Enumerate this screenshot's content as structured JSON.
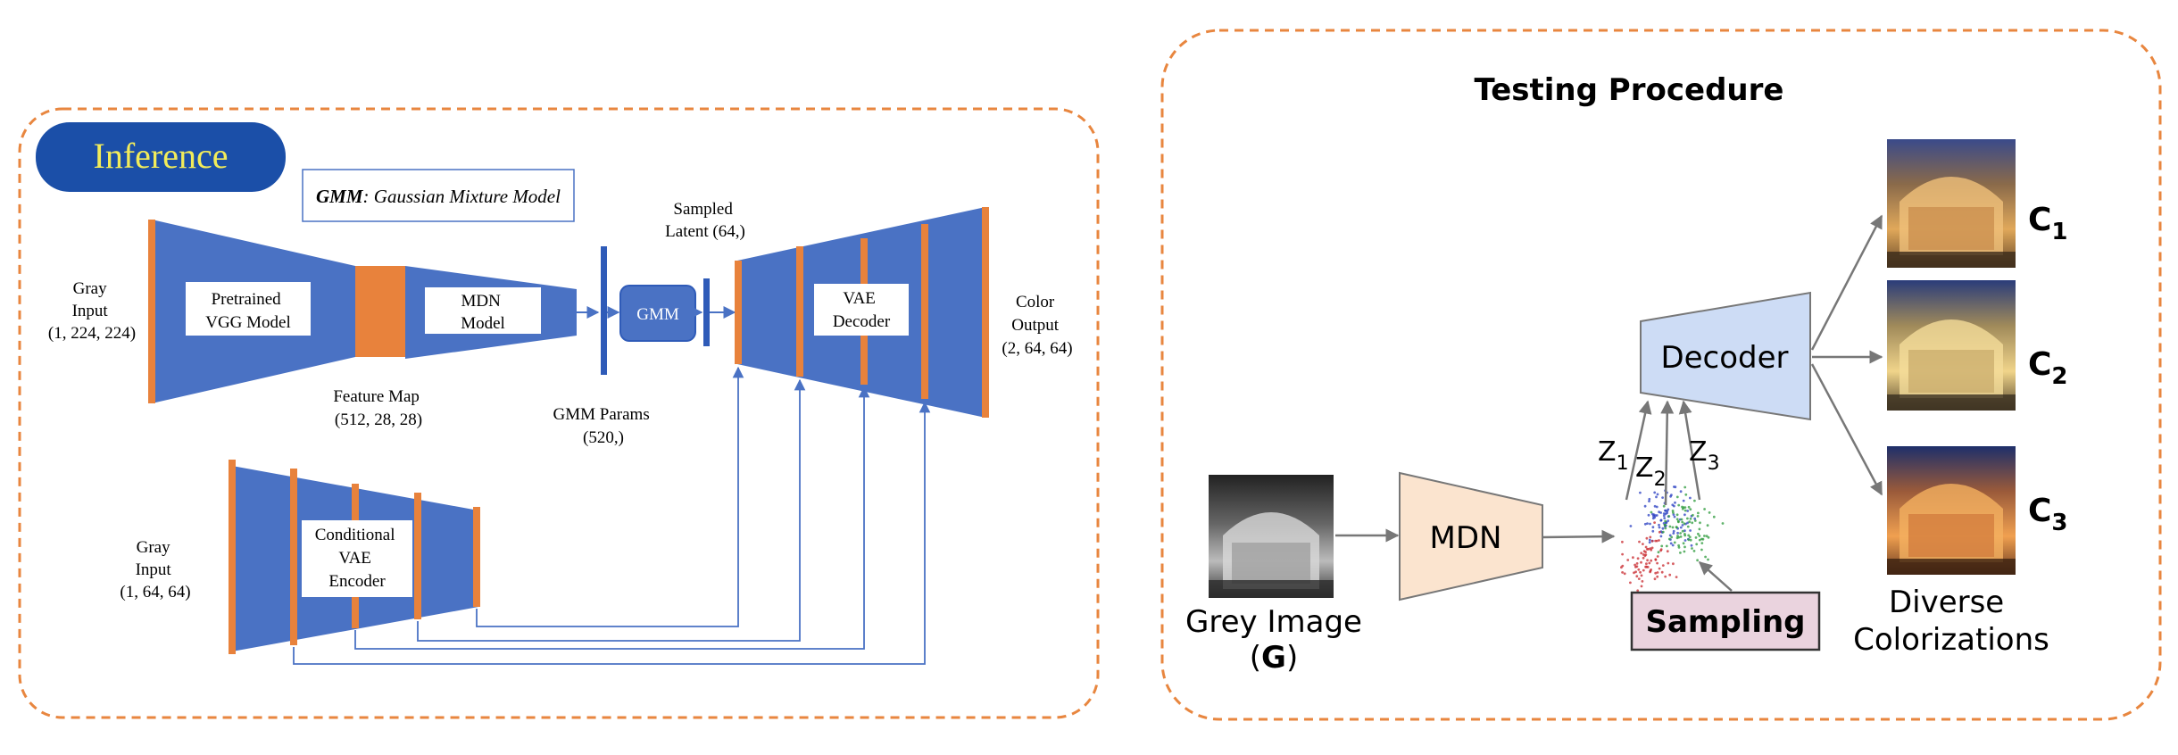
{
  "colors": {
    "panel_border": "#e8863f",
    "network_blue": "#4a72c4",
    "bar_orange": "#e8823c",
    "inference_pill": "#1b4fa8",
    "inference_text": "#f2ec5a",
    "mdn_fill": "#fbe4cf",
    "decoder_fill": "#cddcf5",
    "sampling_fill": "#ead3de",
    "arrow_gray": "#777777",
    "gauss_blue": "#2a3fc2",
    "gauss_green": "#2b9a3a",
    "gauss_red": "#c8282d"
  },
  "left": {
    "badge": "Inference",
    "gmm_note_bold": "GMM",
    "gmm_note_rest": ": Gaussian Mixture Model",
    "gray_input_1": [
      "Gray",
      "Input",
      "(1, 224, 224)"
    ],
    "vgg": [
      "Pretrained",
      "VGG Model"
    ],
    "mdn": [
      "MDN",
      "Model"
    ],
    "feature_map": [
      "Feature Map",
      "(512, 28, 28)"
    ],
    "gmm_box": "GMM",
    "gmm_params": [
      "GMM Params",
      "(520,)"
    ],
    "sampled_latent": [
      "Sampled",
      "Latent (64,)"
    ],
    "vae_decoder": [
      "VAE",
      "Decoder"
    ],
    "color_output": [
      "Color",
      "Output",
      "(2, 64, 64)"
    ],
    "gray_input_2": [
      "Gray",
      "Input",
      "(1, 64, 64)"
    ],
    "encoder": [
      "Conditional",
      "VAE",
      "Encoder"
    ]
  },
  "right": {
    "title": "Testing Procedure",
    "grey_image": "Grey Image",
    "grey_image_symbol": "G",
    "mdn": "MDN",
    "decoder": "Decoder",
    "sampling": "Sampling",
    "z_labels": [
      {
        "base": "Z",
        "sub": "1"
      },
      {
        "base": "Z",
        "sub": "2"
      },
      {
        "base": "Z",
        "sub": "3"
      }
    ],
    "c_labels": [
      {
        "base": "C",
        "sub": "1"
      },
      {
        "base": "C",
        "sub": "2"
      },
      {
        "base": "C",
        "sub": "3"
      }
    ],
    "diverse": [
      "Diverse",
      "Colorizations"
    ]
  }
}
